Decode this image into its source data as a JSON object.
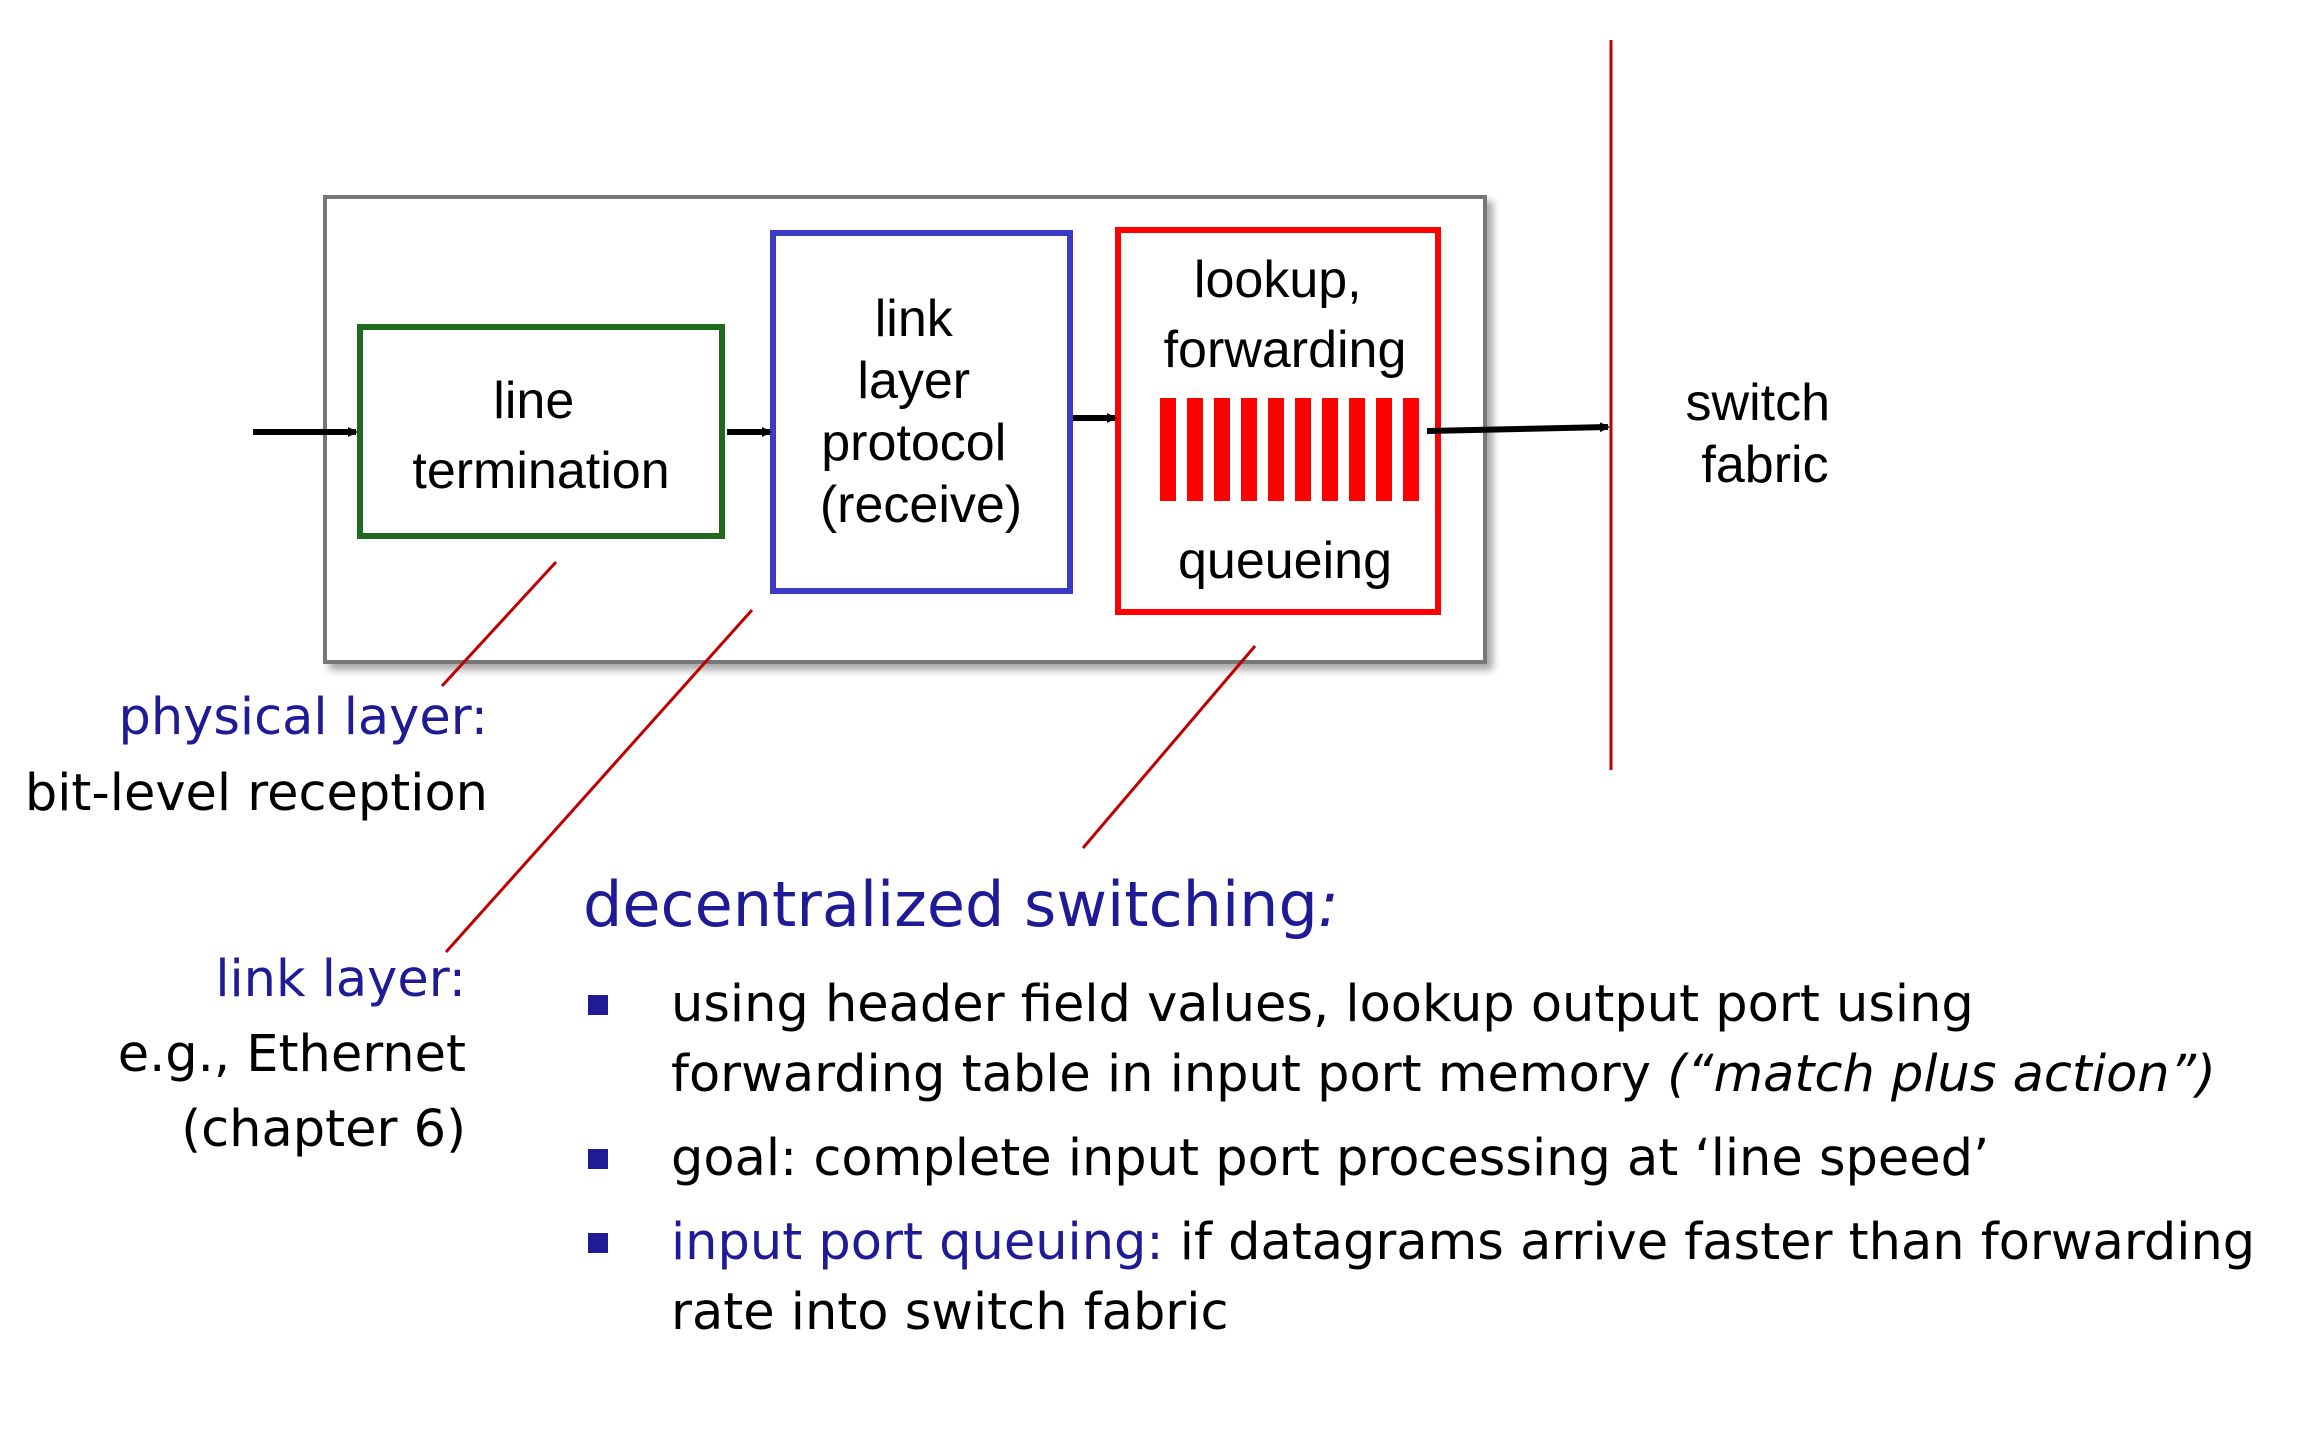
{
  "blocks": {
    "line_termination": [
      "line",
      "termination"
    ],
    "link_layer": [
      "link",
      "layer",
      "protocol",
      "(receive)"
    ],
    "lookup": [
      "lookup,",
      "forwarding"
    ],
    "queueing": "queueing"
  },
  "switch_fabric": [
    "switch",
    "fabric"
  ],
  "annotations": {
    "physical_layer_title": "physical layer:",
    "physical_layer_desc": "bit-level reception",
    "link_layer_title": "link layer:",
    "link_layer_desc_1": "e.g., Ethernet",
    "link_layer_desc_2": "(chapter 6)"
  },
  "section": {
    "title": "decentralized switching",
    "title_suffix": ":",
    "bullets": [
      {
        "line1": "using header field values, lookup output port using",
        "line2_prefix": "forwarding table in input port memory ",
        "line2_italic": "(“match plus action”)"
      },
      {
        "text": "goal: complete input port processing at ‘line speed’"
      },
      {
        "highlight": "input port queuing:",
        "rest": " if datagrams arrive faster than forwarding rate into switch fabric"
      }
    ]
  },
  "colors": {
    "physical_box": "#1e6b1e",
    "link_box": "#3b3bc8",
    "lookup_box": "#ff0000",
    "accent_text": "#1f1a96",
    "connector_line": "#c00000",
    "frame": "#777777"
  }
}
